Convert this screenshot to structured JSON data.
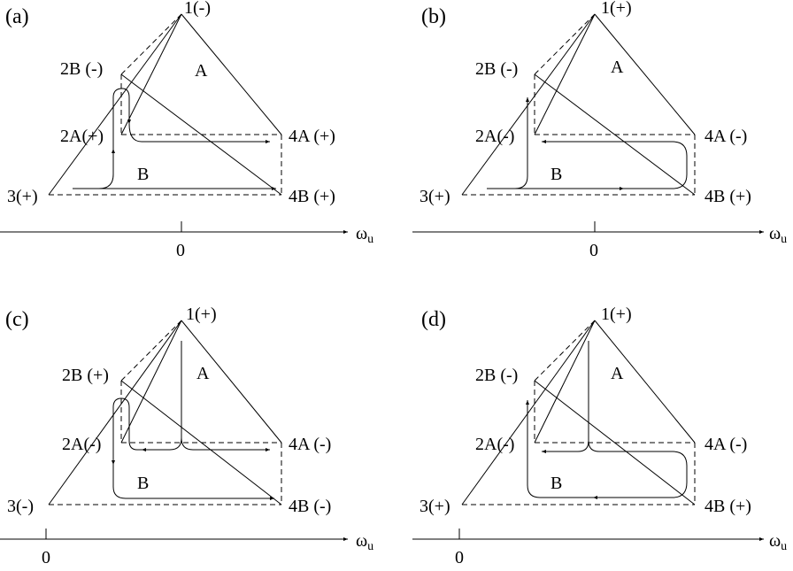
{
  "panels": [
    {
      "id": "a",
      "label": "(a)",
      "nodes": {
        "n1": "1(-)",
        "n2B": "2B (-)",
        "n2A": "2A(+)",
        "n3": "3(+)",
        "n4A": "4A (+)",
        "n4B": "4B (+)"
      },
      "regions": {
        "A": "A",
        "B": "B"
      },
      "axis": {
        "symbol": "ω",
        "subscript": "u",
        "zero": "0"
      }
    },
    {
      "id": "b",
      "label": "(b)",
      "nodes": {
        "n1": "1(+)",
        "n2B": "2B (-)",
        "n2A": "2A(-)",
        "n3": "3(+)",
        "n4A": "4A (-)",
        "n4B": "4B (+)"
      },
      "regions": {
        "A": "A",
        "B": "B"
      },
      "axis": {
        "symbol": "ω",
        "subscript": "u",
        "zero": "0"
      }
    },
    {
      "id": "c",
      "label": "(c)",
      "nodes": {
        "n1": "1(+)",
        "n2B": "2B (+)",
        "n2A": "2A(-)",
        "n3": "3(-)",
        "n4A": "4A (-)",
        "n4B": "4B (-)"
      },
      "regions": {
        "A": "A",
        "B": "B"
      },
      "axis": {
        "symbol": "ω",
        "subscript": "u",
        "zero": "0"
      }
    },
    {
      "id": "d",
      "label": "(d)",
      "nodes": {
        "n1": "1(+)",
        "n2B": "2B (-)",
        "n2A": "2A(-)",
        "n3": "3(+)",
        "n4A": "4A (-)",
        "n4B": "4B (+)"
      },
      "regions": {
        "A": "A",
        "B": "B"
      },
      "axis": {
        "symbol": "ω",
        "subscript": "u",
        "zero": "0"
      }
    }
  ]
}
